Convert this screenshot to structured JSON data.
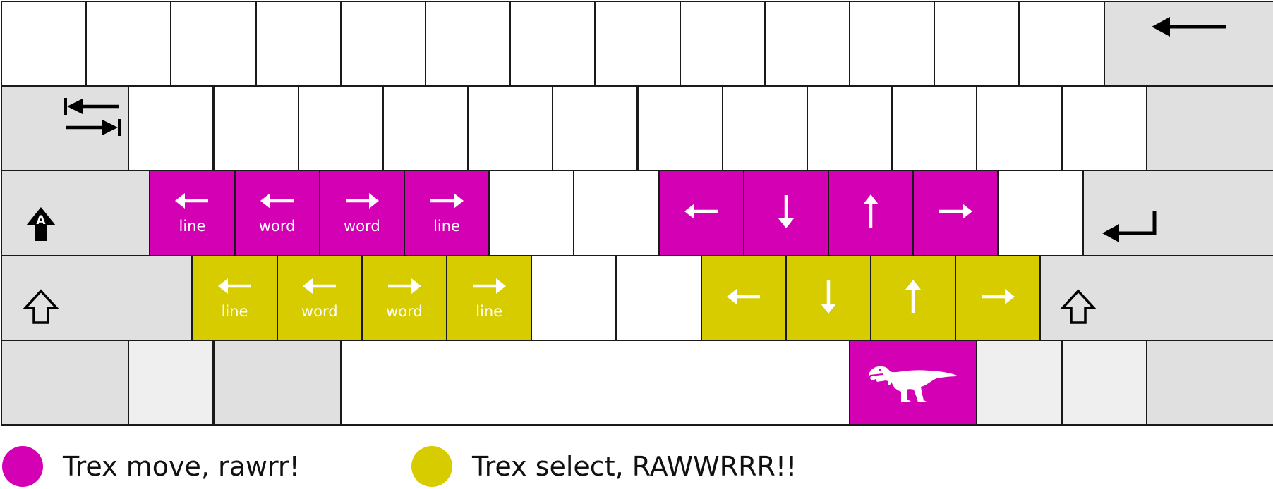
{
  "colors": {
    "move": "#d400b4",
    "select": "#d6cc00",
    "modifier": "#e0e0e0",
    "plain": "#ffffff",
    "light": "#efefef",
    "outline": "#1a1a1a"
  },
  "rows": [
    [
      {
        "u": 1,
        "t": "white"
      },
      {
        "u": 1,
        "t": "white"
      },
      {
        "u": 1,
        "t": "white"
      },
      {
        "u": 1,
        "t": "white"
      },
      {
        "u": 1,
        "t": "white"
      },
      {
        "u": 1,
        "t": "white"
      },
      {
        "u": 1,
        "t": "white"
      },
      {
        "u": 1,
        "t": "white"
      },
      {
        "u": 1,
        "t": "white"
      },
      {
        "u": 1,
        "t": "white"
      },
      {
        "u": 1,
        "t": "white"
      },
      {
        "u": 1,
        "t": "white"
      },
      {
        "u": 1,
        "t": "white"
      },
      {
        "u": 2,
        "t": "gray",
        "icon": "backspace-icon"
      }
    ],
    [
      {
        "u": 1.5,
        "t": "gray",
        "icon": "tab-icon"
      },
      {
        "u": 1,
        "t": "white"
      },
      {
        "u": 1,
        "t": "white"
      },
      {
        "u": 1,
        "t": "white"
      },
      {
        "u": 1,
        "t": "white"
      },
      {
        "u": 1,
        "t": "white"
      },
      {
        "u": 1,
        "t": "white"
      },
      {
        "u": 1,
        "t": "white"
      },
      {
        "u": 1,
        "t": "white"
      },
      {
        "u": 1,
        "t": "white"
      },
      {
        "u": 1,
        "t": "white"
      },
      {
        "u": 1,
        "t": "white"
      },
      {
        "u": 1,
        "t": "white"
      },
      {
        "u": 1.5,
        "t": "gray"
      }
    ],
    [
      {
        "u": 1.75,
        "t": "gray",
        "icon": "caps-lock-icon"
      },
      {
        "u": 1,
        "t": "magenta",
        "icon": "left-arrow-icon",
        "label": "line"
      },
      {
        "u": 1,
        "t": "magenta",
        "icon": "left-arrow-icon",
        "label": "word"
      },
      {
        "u": 1,
        "t": "magenta",
        "icon": "right-arrow-icon",
        "label": "word"
      },
      {
        "u": 1,
        "t": "magenta",
        "icon": "right-arrow-icon",
        "label": "line"
      },
      {
        "u": 1,
        "t": "white"
      },
      {
        "u": 1,
        "t": "white"
      },
      {
        "u": 1,
        "t": "magenta",
        "icon": "left-arrow-icon"
      },
      {
        "u": 1,
        "t": "magenta",
        "icon": "down-arrow-icon"
      },
      {
        "u": 1,
        "t": "magenta",
        "icon": "up-arrow-icon"
      },
      {
        "u": 1,
        "t": "magenta",
        "icon": "right-arrow-icon"
      },
      {
        "u": 1,
        "t": "white"
      },
      {
        "u": 2.25,
        "t": "gray",
        "icon": "enter-icon"
      }
    ],
    [
      {
        "u": 2.25,
        "t": "gray",
        "icon": "shift-icon"
      },
      {
        "u": 1,
        "t": "yellow",
        "icon": "left-arrow-icon",
        "label": "line"
      },
      {
        "u": 1,
        "t": "yellow",
        "icon": "left-arrow-icon",
        "label": "word"
      },
      {
        "u": 1,
        "t": "yellow",
        "icon": "right-arrow-icon",
        "label": "word"
      },
      {
        "u": 1,
        "t": "yellow",
        "icon": "right-arrow-icon",
        "label": "line"
      },
      {
        "u": 1,
        "t": "white"
      },
      {
        "u": 1,
        "t": "white"
      },
      {
        "u": 1,
        "t": "yellow",
        "icon": "left-arrow-icon"
      },
      {
        "u": 1,
        "t": "yellow",
        "icon": "down-arrow-icon"
      },
      {
        "u": 1,
        "t": "yellow",
        "icon": "up-arrow-icon"
      },
      {
        "u": 1,
        "t": "yellow",
        "icon": "right-arrow-icon"
      },
      {
        "u": 2.75,
        "t": "gray",
        "icon": "shift-icon"
      }
    ],
    [
      {
        "u": 1.5,
        "t": "gray"
      },
      {
        "u": 1,
        "t": "lightgray"
      },
      {
        "u": 1.5,
        "t": "gray"
      },
      {
        "u": 6,
        "t": "white"
      },
      {
        "u": 1.5,
        "t": "magenta",
        "icon": "trex-icon"
      },
      {
        "u": 1,
        "t": "lightgray"
      },
      {
        "u": 1,
        "t": "lightgray"
      },
      {
        "u": 1.5,
        "t": "gray"
      }
    ]
  ],
  "legend": [
    {
      "label": "Trex move, rawrr!",
      "color": "#d400b4"
    },
    {
      "label": "Trex select, RAWWRRR!!",
      "color": "#d6cc00"
    }
  ]
}
